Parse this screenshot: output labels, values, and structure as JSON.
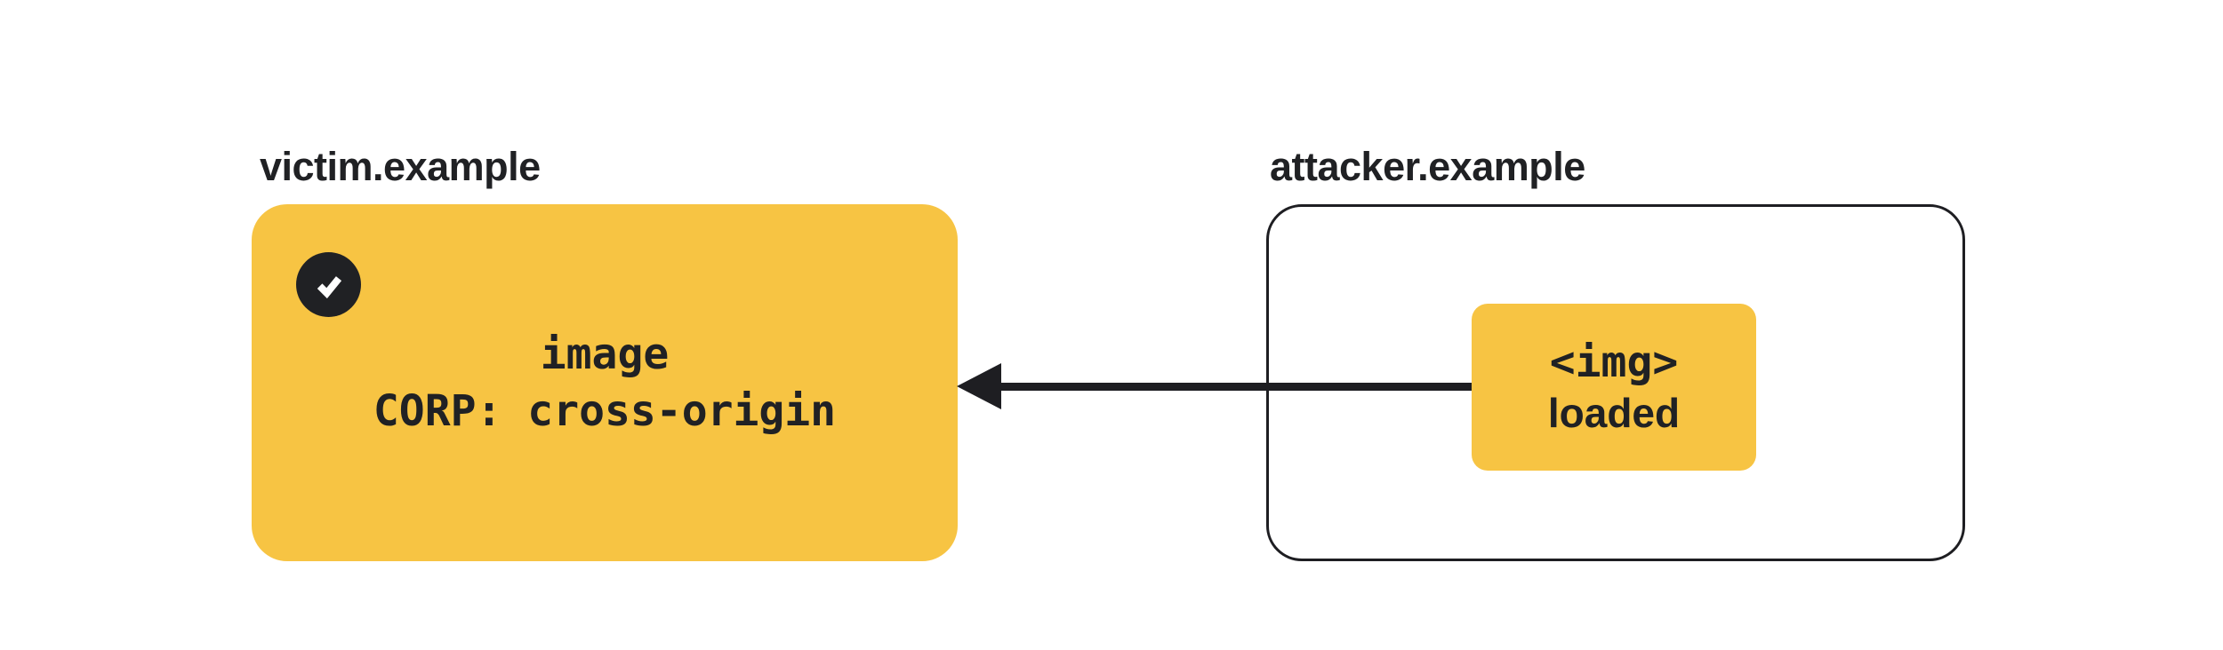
{
  "colors": {
    "box_yellow": "#F7C443",
    "ink_dark": "#202124",
    "background": "#FFFFFF"
  },
  "victim": {
    "domain": "victim.example",
    "status_icon": "check-icon",
    "resource": {
      "line1": "image",
      "line2": "CORP: cross-origin"
    }
  },
  "attacker": {
    "domain": "attacker.example",
    "embed": {
      "line1": "<img>",
      "line2": "loaded"
    }
  },
  "arrow": {
    "direction": "left",
    "from": "attacker.example",
    "to": "victim.example"
  }
}
